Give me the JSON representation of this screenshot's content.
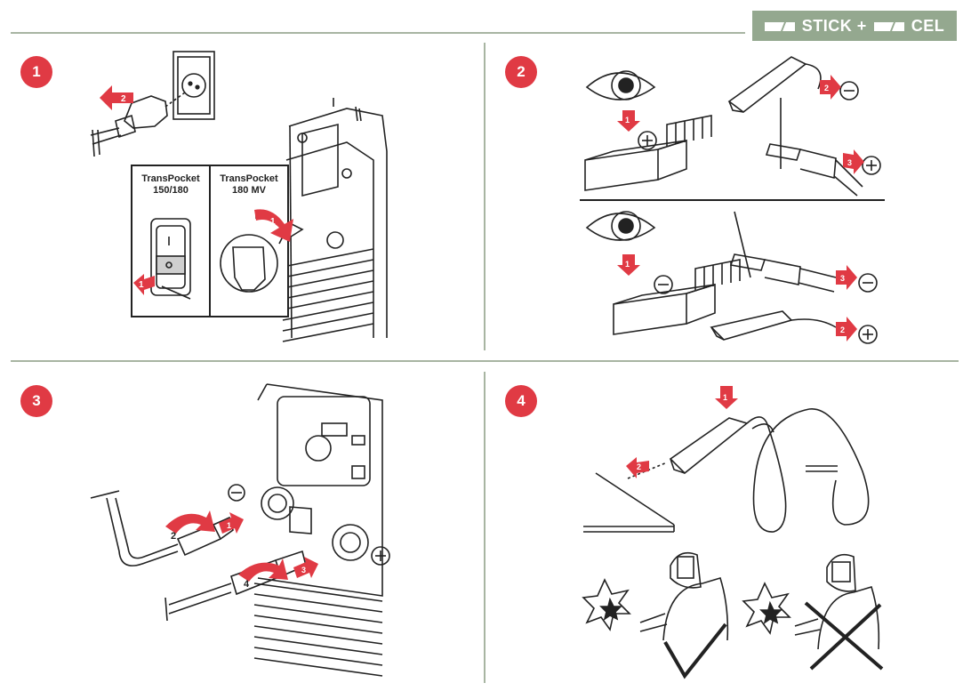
{
  "header": {
    "badge_part1": "STICK +",
    "badge_part2": "CEL"
  },
  "steps": [
    {
      "number": "1"
    },
    {
      "number": "2"
    },
    {
      "number": "3"
    },
    {
      "number": "4"
    }
  ],
  "panel1": {
    "box_left_line1": "TransPocket",
    "box_left_line2": "150/180",
    "box_right_line1": "TransPocket",
    "box_right_line2": "180 MV",
    "switch_on": "I",
    "switch_off": "O",
    "arrow_labels": [
      "2",
      "1",
      "1"
    ]
  },
  "panel2": {
    "arrow_labels_top": [
      "1",
      "2",
      "3"
    ],
    "arrow_labels_bottom": [
      "1",
      "3",
      "2"
    ]
  },
  "panel3": {
    "arrow_labels": [
      "2",
      "1",
      "4",
      "3"
    ]
  },
  "panel4": {
    "arrow_labels": [
      "1",
      "2"
    ]
  },
  "colors": {
    "accent_red": "#e03a44",
    "divider_green": "#a8b5a2",
    "badge_bg": "#94a88f"
  }
}
